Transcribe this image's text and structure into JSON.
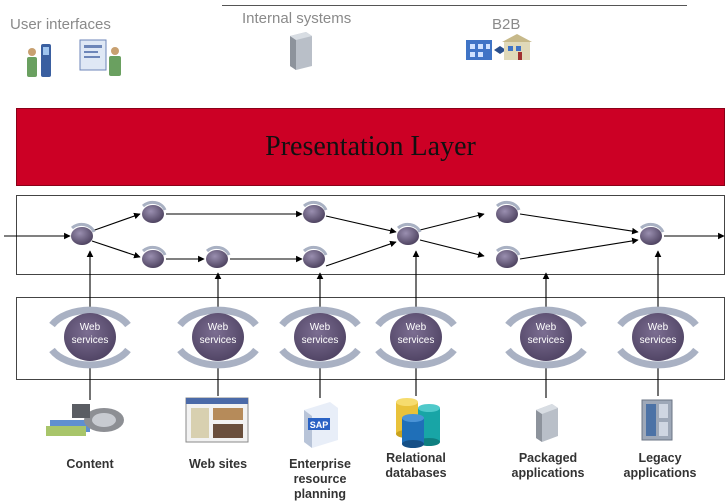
{
  "consumers": {
    "user_interfaces": "User interfaces",
    "internal_systems": "Internal systems",
    "b2b": "B2B"
  },
  "presentation_layer": "Presentation Layer",
  "service_label_line1": "Web",
  "service_label_line2": "services",
  "sources": [
    {
      "name": "Content",
      "icon": "media-content-icon"
    },
    {
      "name": "Web sites",
      "icon": "web-page-icon"
    },
    {
      "name": "Enterprise resource planning",
      "icon": "sap-box-icon"
    },
    {
      "name": "Relational databases",
      "icon": "database-cylinders-icon"
    },
    {
      "name": "Packaged applications",
      "icon": "server-icon"
    },
    {
      "name": "Legacy applications",
      "icon": "mainframe-icon"
    }
  ],
  "colors": {
    "presentation": "#cc0025",
    "node": "#5e5270",
    "swirl": "#9aa3b5"
  }
}
